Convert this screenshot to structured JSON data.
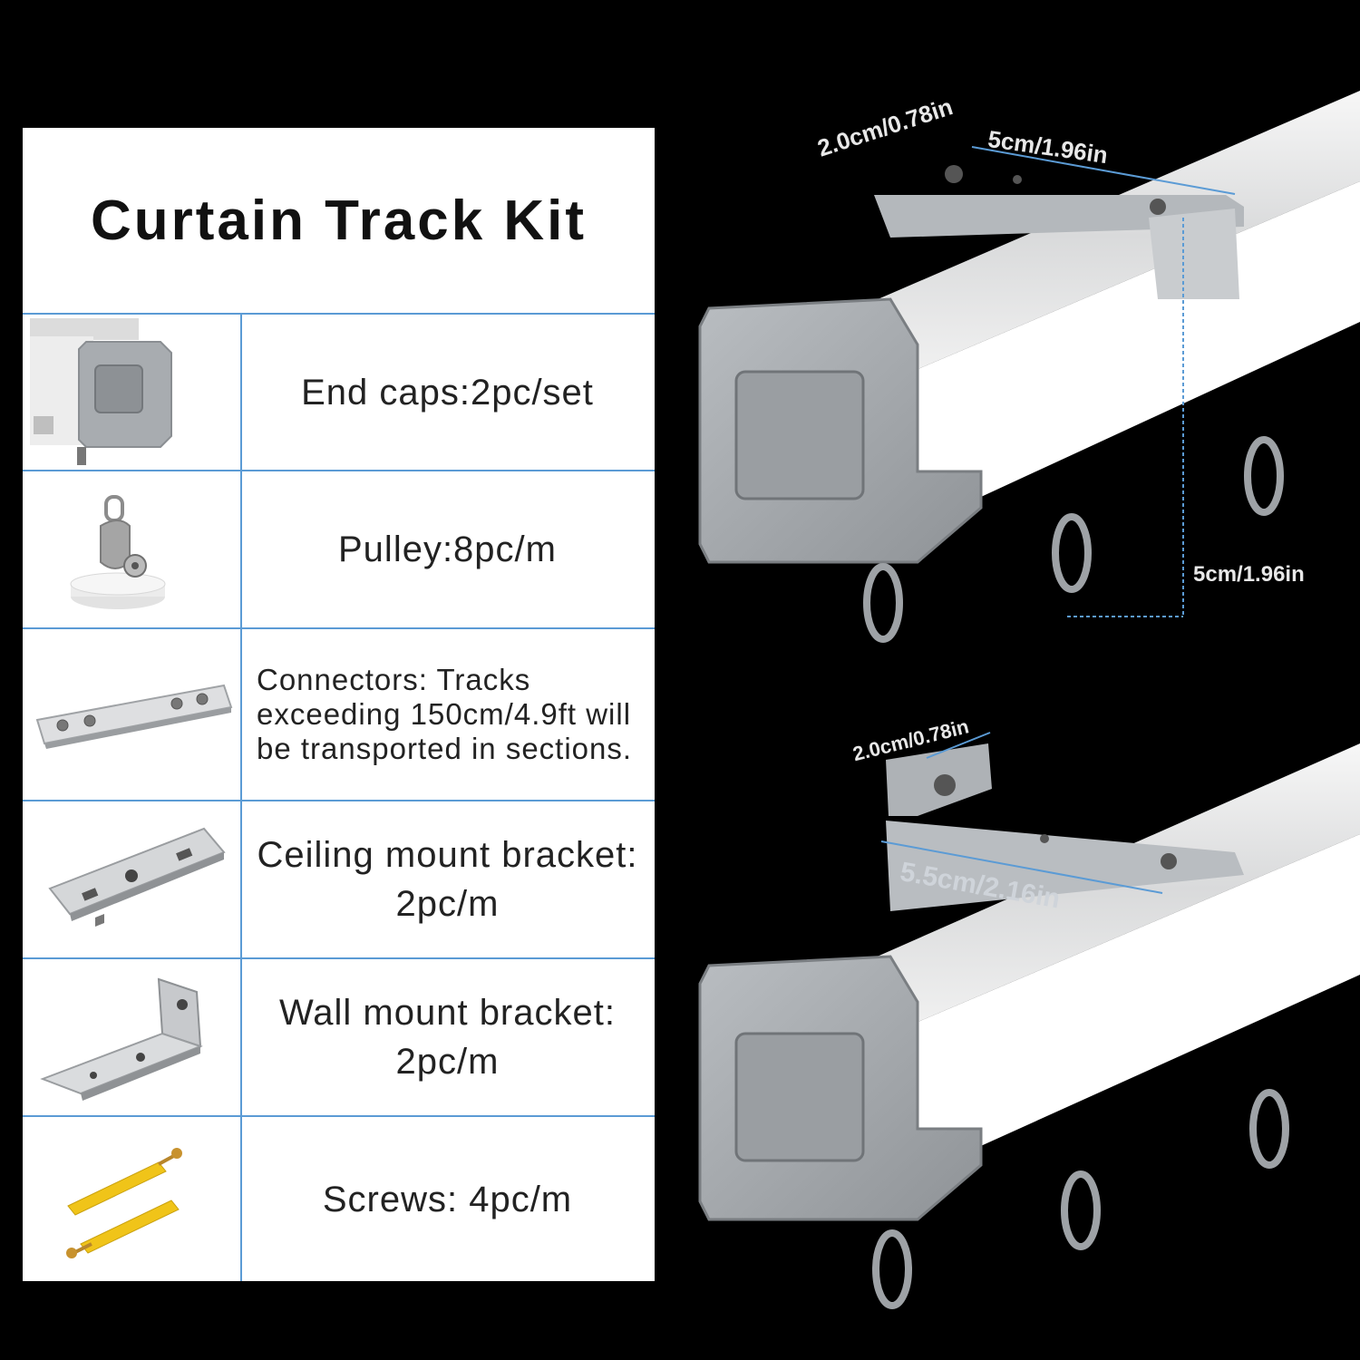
{
  "title": "Curtain Track Kit",
  "items": [
    {
      "label": "End caps:2pc/set",
      "icon": "end-cap-icon"
    },
    {
      "label": "Pulley:8pc/m",
      "icon": "pulley-icon"
    },
    {
      "label": "Connectors: Tracks exceeding 150cm/4.9ft will be transported in sections.",
      "icon": "connector-plate-icon"
    },
    {
      "label": "Ceiling mount bracket:",
      "label2": "2pc/m",
      "icon": "ceiling-bracket-icon"
    },
    {
      "label": "Wall mount bracket:",
      "label2": "2pc/m",
      "icon": "wall-bracket-icon"
    },
    {
      "label": "Screws: 4pc/m",
      "icon": "screws-icon"
    }
  ],
  "dimensions": {
    "ceiling_bracket_width": "2.0cm/0.78in",
    "ceiling_bracket_length": "5cm/1.96in",
    "track_height": "5cm/1.96in",
    "wall_bracket_width": "2.0cm/0.78in",
    "wall_bracket_length": "5.5cm/2.16in"
  },
  "colors": {
    "background": "#000000",
    "table": "#ffffff",
    "grid_line": "#5b9bd5",
    "metal": "#a9aeb3",
    "rail": "#f2f2f2"
  }
}
